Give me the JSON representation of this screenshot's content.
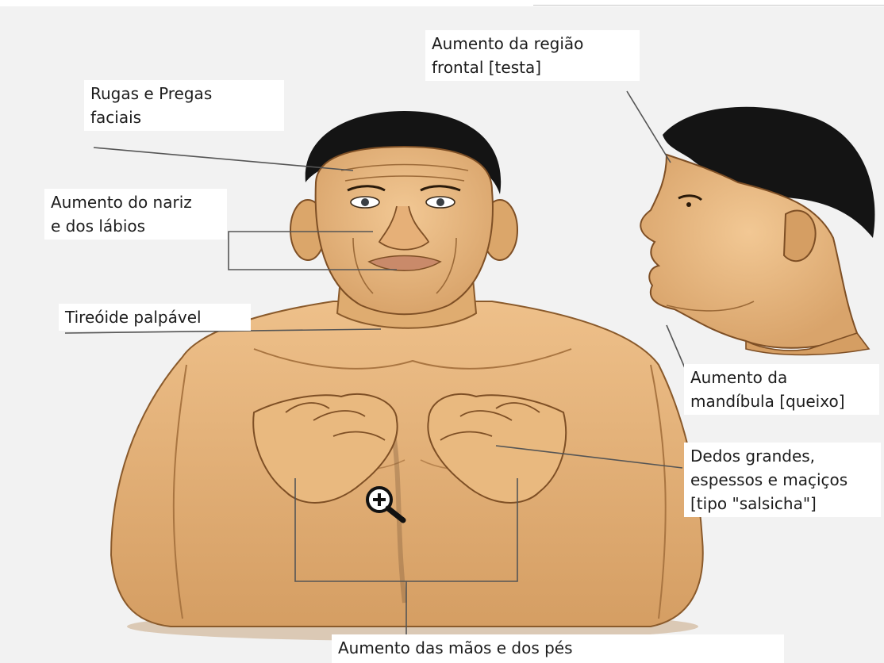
{
  "labels": {
    "rugas": {
      "line1": "Rugas e Pregas",
      "line2": "faciais"
    },
    "frontal": {
      "line1": "Aumento da região",
      "line2": "frontal [testa]"
    },
    "nariz": {
      "line1": "Aumento do nariz",
      "line2": "e dos lábios"
    },
    "tireoide": {
      "line1": "Tireóide palpável"
    },
    "mandibula": {
      "line1": "Aumento da",
      "line2": "mandíbula [queixo]"
    },
    "dedos": {
      "line1": "Dedos grandes,",
      "line2": "espessos e maçiços",
      "line3": "[tipo \"salsicha\"]"
    },
    "maos": {
      "line1": "Aumento das mãos e dos pés"
    }
  },
  "icons": {
    "zoom": "magnifier-plus-icon"
  },
  "colors": {
    "skin": "#e7b77f",
    "skin_shadow": "#b88a55",
    "hair": "#141414",
    "leader_line": "#555555",
    "background": "#f2f2f2"
  }
}
